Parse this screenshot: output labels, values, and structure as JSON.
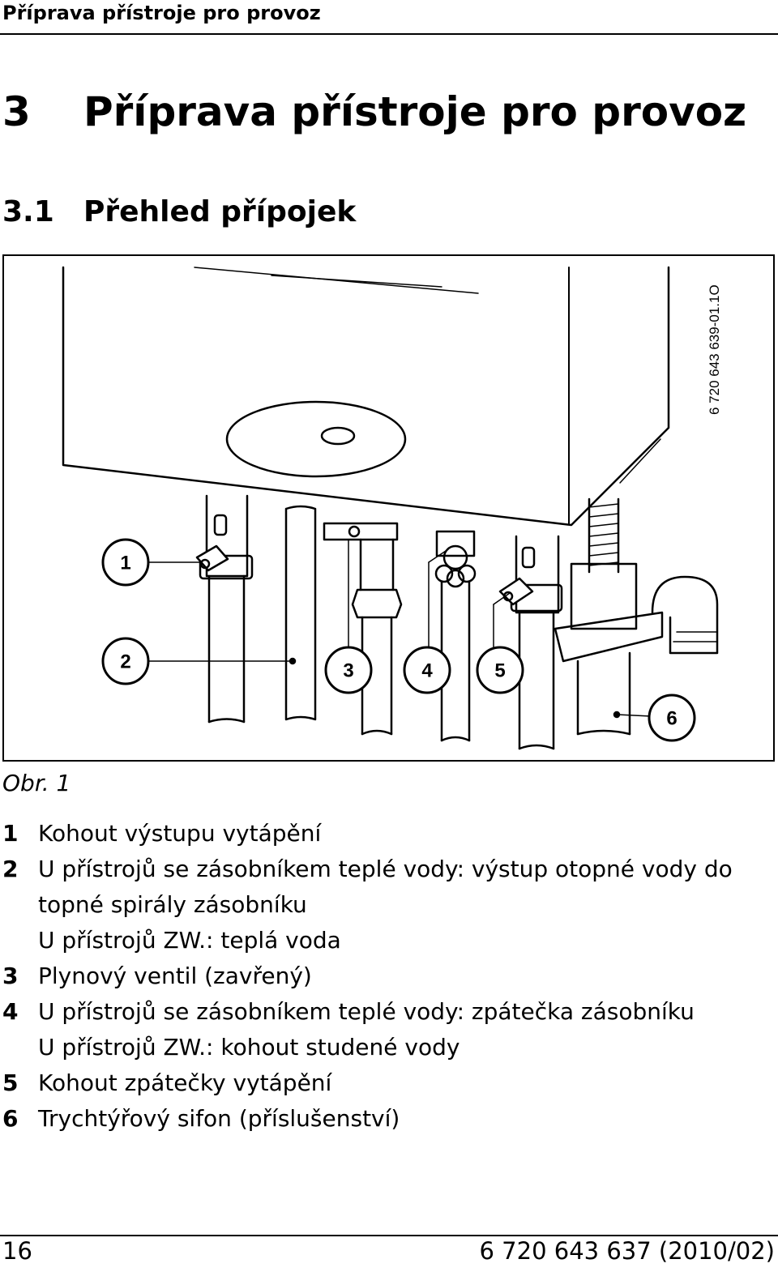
{
  "running_header": "Příprava přístroje pro provoz",
  "chapter": {
    "number": "3",
    "title": "Příprava přístroje pro provoz"
  },
  "section": {
    "number": "3.1",
    "title": "Přehled přípojek"
  },
  "figure": {
    "code": "6 720 643 639-01.1O",
    "callouts": [
      "1",
      "2",
      "3",
      "4",
      "5",
      "6"
    ],
    "caption": "Obr. 1"
  },
  "legend": [
    {
      "key": "1",
      "lines": [
        "Kohout výstupu vytápění"
      ]
    },
    {
      "key": "2",
      "lines": [
        "U přístrojů se zásobníkem teplé vody: výstup otopné vody do",
        "topné spirály zásobníku",
        "U přístrojů ZW.: teplá voda"
      ]
    },
    {
      "key": "3",
      "lines": [
        "Plynový ventil (zavřený)"
      ]
    },
    {
      "key": "4",
      "lines": [
        "U přístrojů se zásobníkem teplé vody: zpátečka zásobníku",
        "U přístrojů ZW.: kohout studené vody"
      ]
    },
    {
      "key": "5",
      "lines": [
        "Kohout zpátečky vytápění"
      ]
    },
    {
      "key": "6",
      "lines": [
        "Trychtýřový sifon (příslušenství)"
      ]
    }
  ],
  "footer": {
    "page": "16",
    "doc_ref": "6 720 643 637 (2010/02)"
  }
}
